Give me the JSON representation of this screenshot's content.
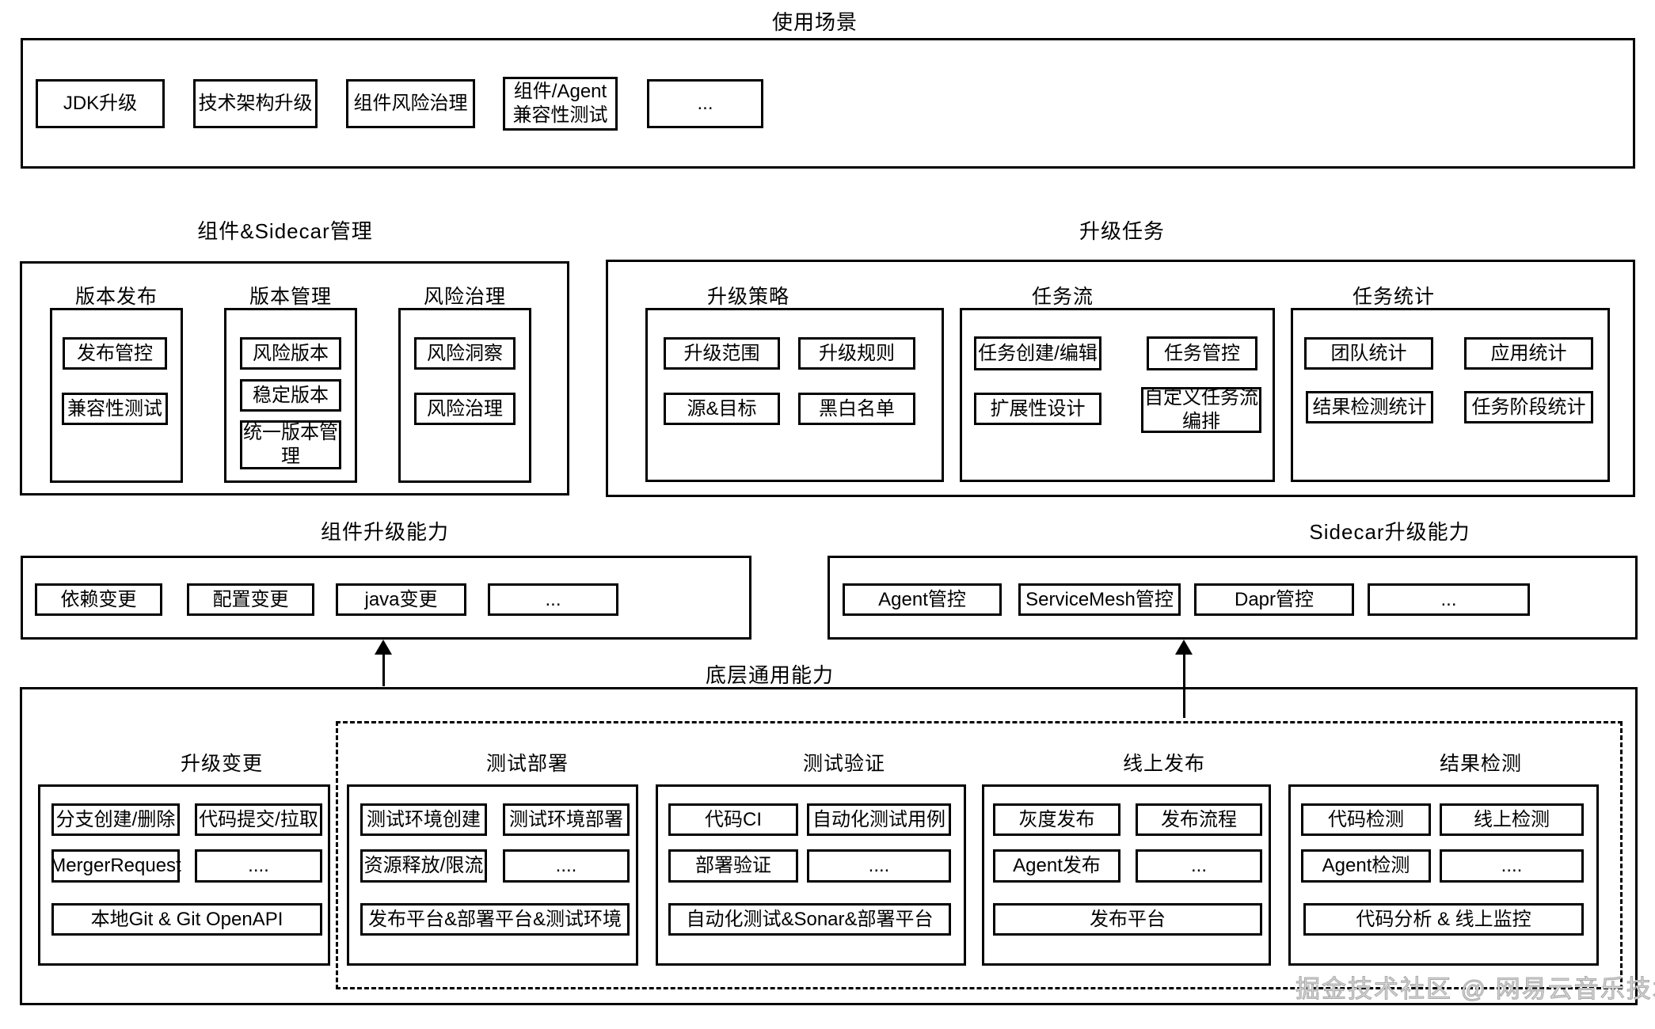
{
  "sections": {
    "usage": {
      "title": "使用场景",
      "items": [
        "JDK升级",
        "技术架构升级",
        "组件风险治理",
        "组件/Agent\n兼容性测试",
        "..."
      ]
    },
    "csm": {
      "title": "组件&Sidecar管理",
      "groups": [
        {
          "title": "版本发布",
          "items": [
            "发布管控",
            "兼容性测试"
          ]
        },
        {
          "title": "版本管理",
          "items": [
            "风险版本",
            "稳定版本",
            "统一版本管理"
          ]
        },
        {
          "title": "风险治理",
          "items": [
            "风险洞察",
            "风险治理"
          ]
        }
      ]
    },
    "task": {
      "title": "升级任务",
      "groups": [
        {
          "title": "升级策略",
          "items": [
            "升级范围",
            "升级规则",
            "源&目标",
            "黑白名单"
          ]
        },
        {
          "title": "任务流",
          "items": [
            "任务创建/编辑",
            "任务管控",
            "扩展性设计",
            "自定义任务流编排"
          ]
        },
        {
          "title": "任务统计",
          "items": [
            "团队统计",
            "应用统计",
            "结果检测统计",
            "任务阶段统计"
          ]
        }
      ]
    },
    "comp": {
      "title": "组件升级能力",
      "items": [
        "依赖变更",
        "配置变更",
        "java变更",
        "..."
      ]
    },
    "side": {
      "title": "Sidecar升级能力",
      "items": [
        "Agent管控",
        "ServiceMesh管控",
        "Dapr管控",
        "..."
      ]
    },
    "base": {
      "title": "底层通用能力",
      "groups": [
        {
          "title": "升级变更",
          "row1": [
            "分支创建/删除",
            "代码提交/拉取"
          ],
          "row2": [
            "MergerRequest",
            "...."
          ],
          "wide": "本地Git & Git OpenAPI"
        },
        {
          "title": "测试部署",
          "row1": [
            "测试环境创建",
            "测试环境部署"
          ],
          "row2": [
            "资源释放/限流",
            "...."
          ],
          "wide": "发布平台&部署平台&测试环境"
        },
        {
          "title": "测试验证",
          "row1": [
            "代码CI",
            "自动化测试用例"
          ],
          "row2": [
            "部署验证",
            "...."
          ],
          "wide": "自动化测试&Sonar&部署平台"
        },
        {
          "title": "线上发布",
          "row1": [
            "灰度发布",
            "发布流程"
          ],
          "row2": [
            "Agent发布",
            "..."
          ],
          "wide": "发布平台"
        },
        {
          "title": "结果检测",
          "row1": [
            "代码检测",
            "线上检测"
          ],
          "row2": [
            "Agent检测",
            "...."
          ],
          "wide": "代码分析 & 线上监控"
        }
      ]
    }
  },
  "watermark": "掘金技术社区 @ 网易云音乐技术团队",
  "colors": {
    "line": "#000000",
    "background": "#ffffff",
    "watermark": "#d6d6d6"
  }
}
